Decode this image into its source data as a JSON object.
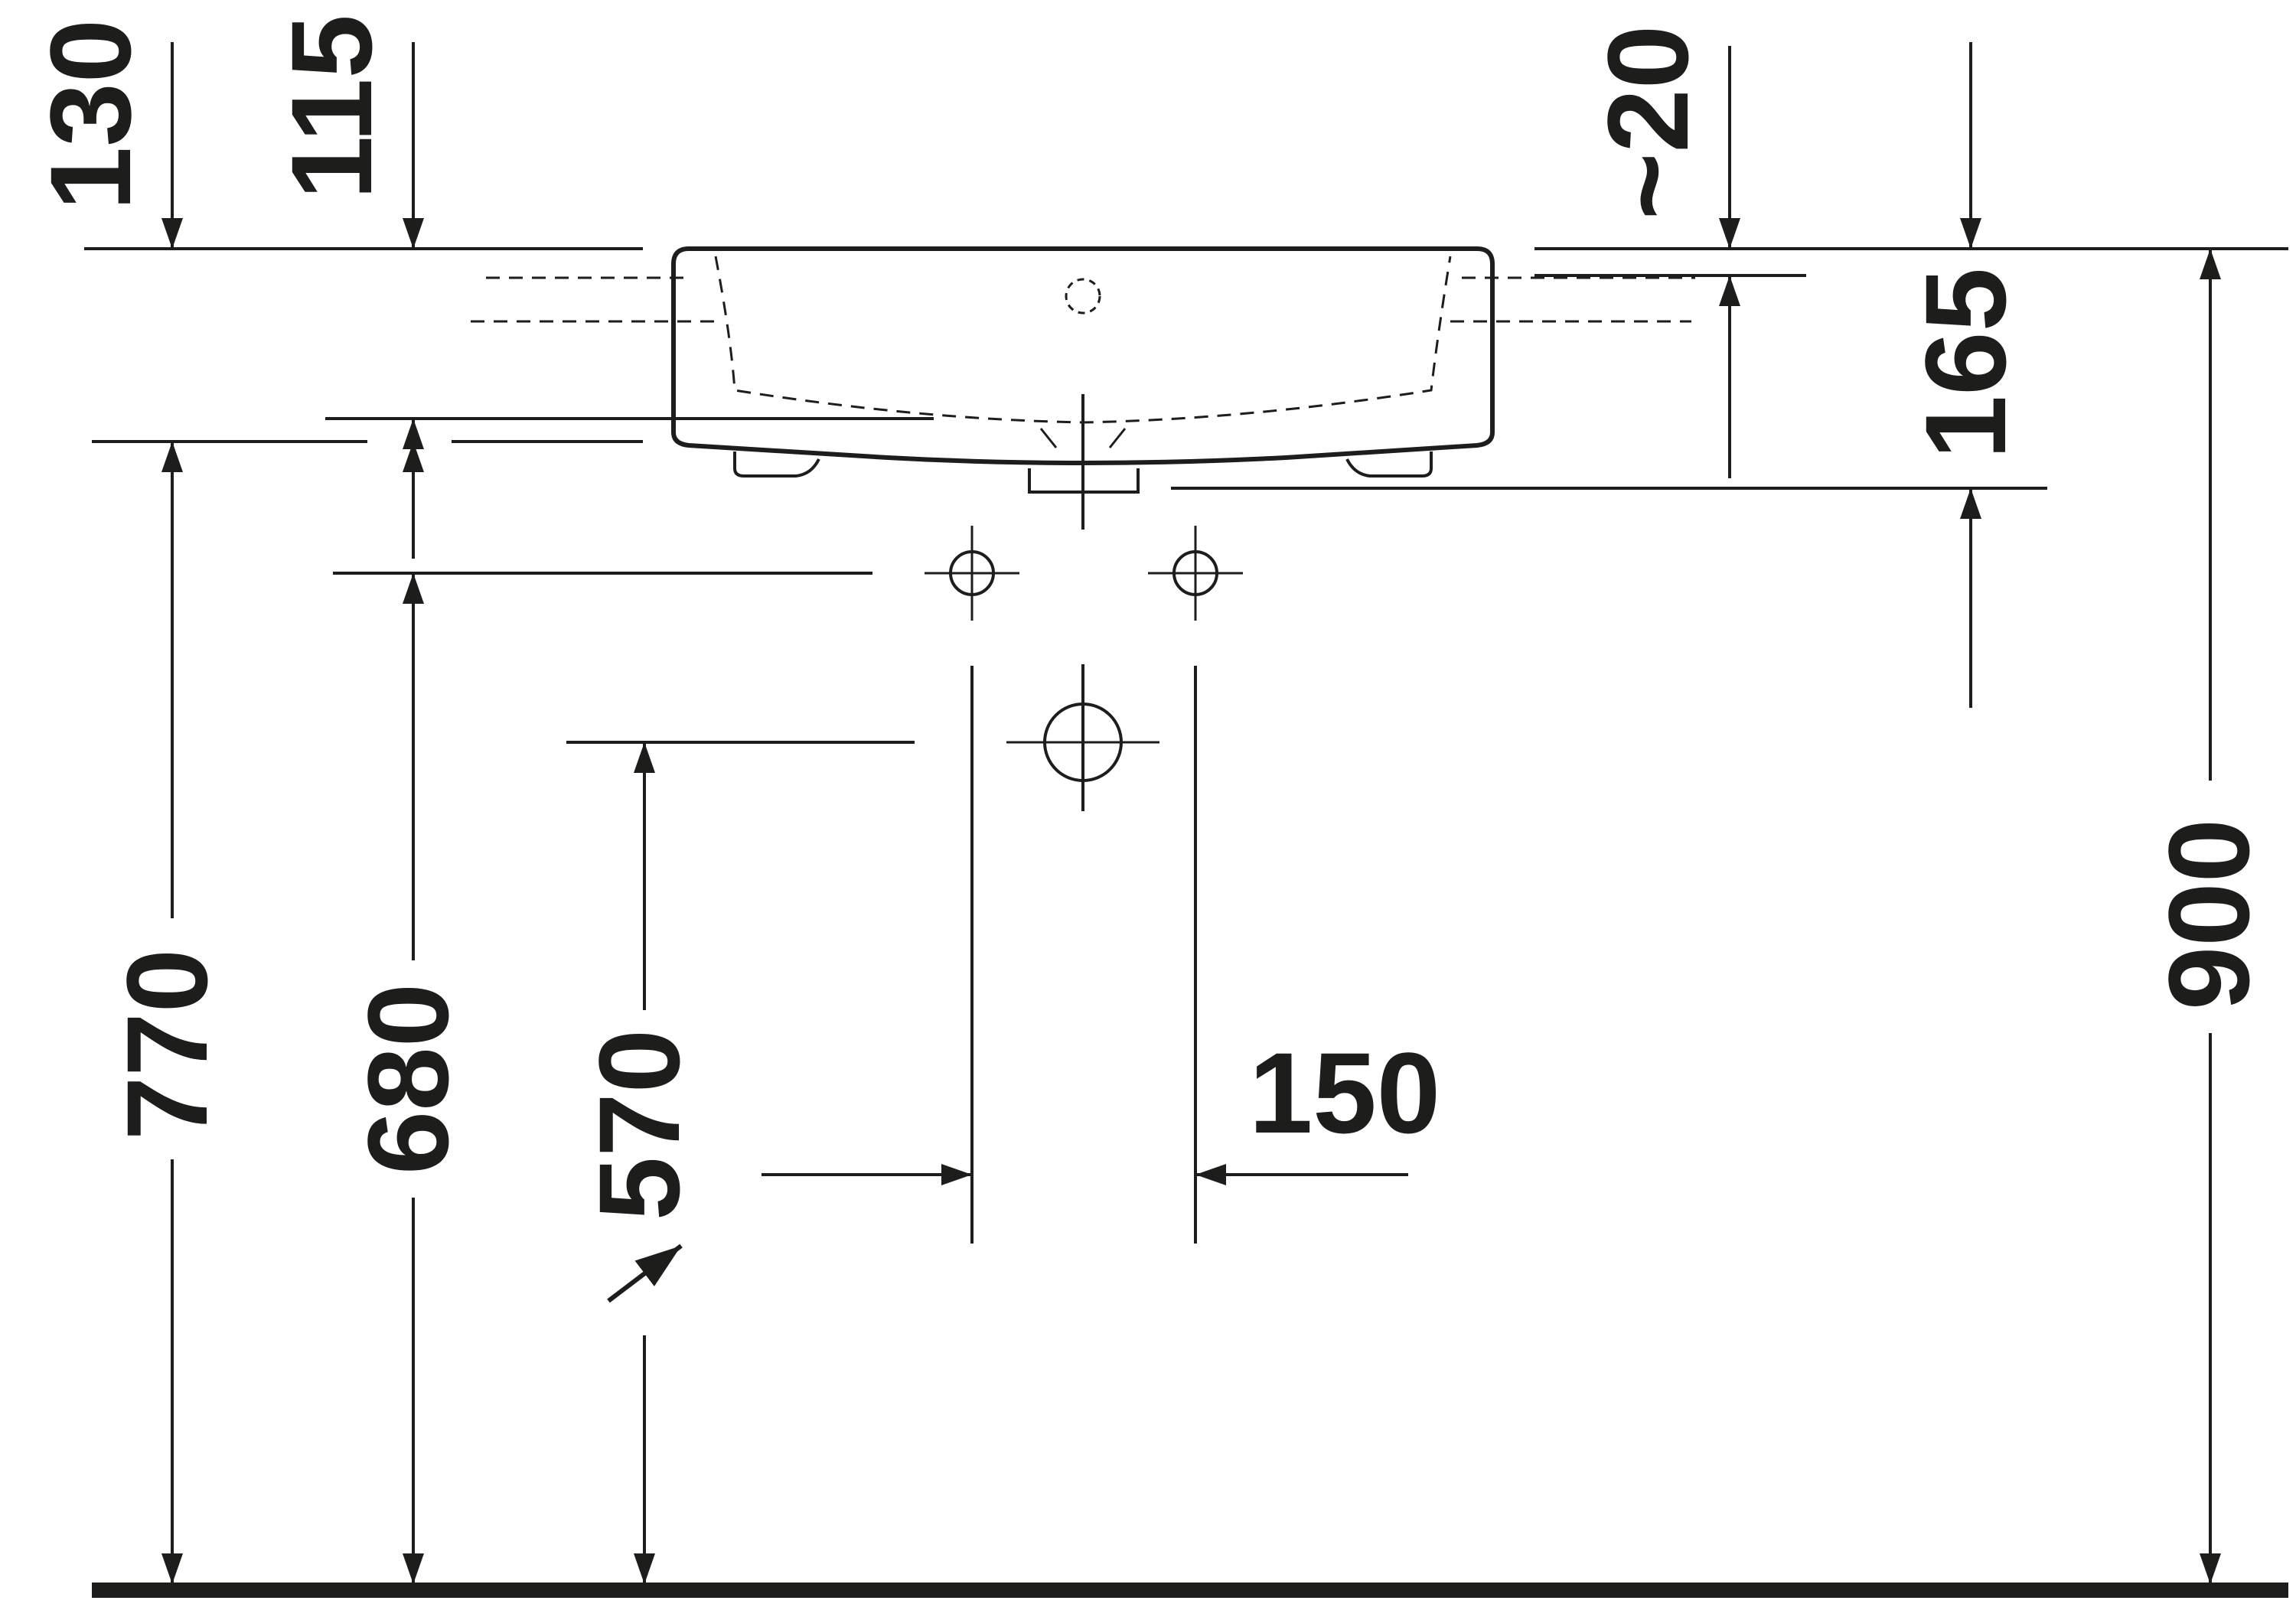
{
  "dimensions": {
    "d130": "130",
    "d115": "115",
    "d20": "~20",
    "d165": "165",
    "d770": "770",
    "d680": "680",
    "d570": "570",
    "d150": "150",
    "d900": "900"
  },
  "colors": {
    "ink": "#1d1d1b",
    "background": "#ffffff"
  }
}
